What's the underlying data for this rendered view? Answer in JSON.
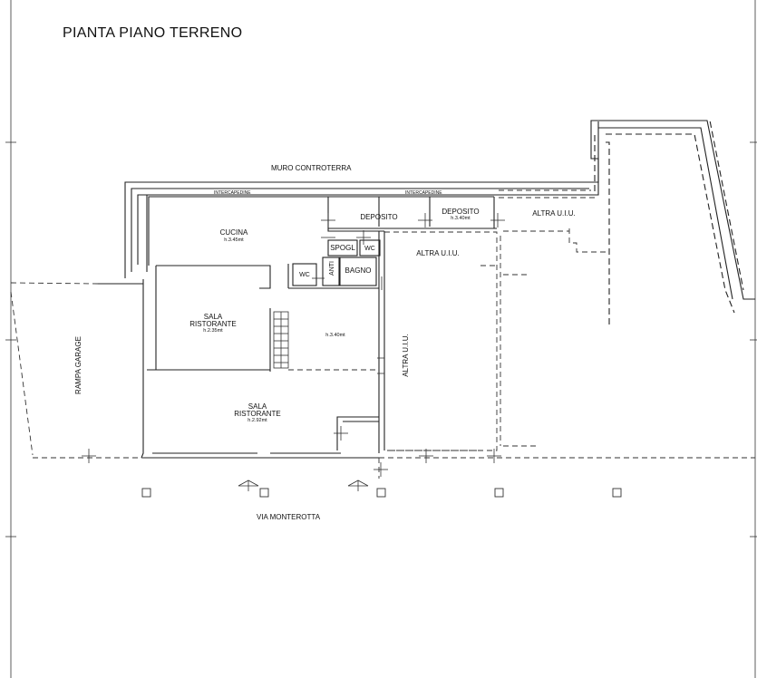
{
  "title": "PIANTA PIANO TERRENO",
  "labels": {
    "muro": "MURO CONTROTERRA",
    "intercapedine": "INTERCAPEDINE",
    "cucina": "CUCINA",
    "cucina_h": "h.3.45mt",
    "deposito1": "DEPOSITO",
    "deposito2": "DEPOSITO",
    "deposito2_h": "h.3.40mt",
    "altra1": "ALTRA U.I.U.",
    "altra2": "ALTRA U.I.U.",
    "altra3": "ALTRA U.I.U.",
    "spogl": "SPOGL",
    "wc": "WC",
    "anti": "ANTI",
    "bagno": "BAGNO",
    "sala": "SALA",
    "ristorante": "RISTORANTE",
    "sala1_h": "h.2.35mt",
    "sala2_h": "h.2.92mt",
    "center_h": "h.3.40mt",
    "rampa": "RAMPA GARAGE",
    "via": "VIA MONTEROTTA"
  }
}
